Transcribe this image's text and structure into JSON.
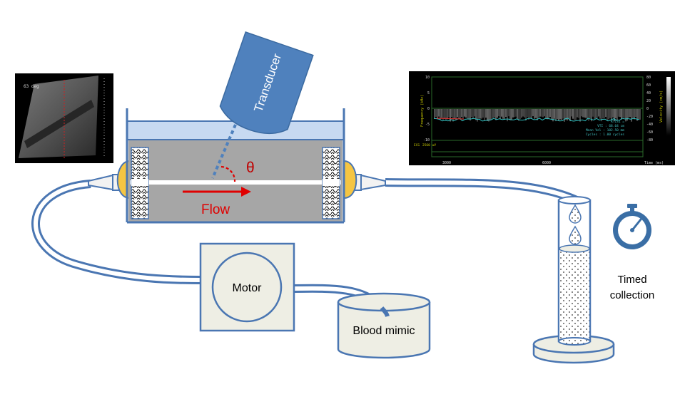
{
  "labels": {
    "transducer": "Transducer",
    "angle": "θ",
    "flow": "Flow",
    "motor": "Motor",
    "reservoir": "Blood mimic",
    "timed_line1": "Timed",
    "timed_line2": "collection"
  },
  "bmode_inset": {
    "angle_text": "63 deg"
  },
  "doppler_inset": {
    "left_axis_label": "Frequency (kHz)",
    "right_axis_label": "Velocity (cm/s)",
    "left_ticks": [
      "10",
      "5",
      "0",
      "-5",
      "-10"
    ],
    "right_ticks": [
      "80",
      "60",
      "40",
      "20",
      "0",
      "-20",
      "-40",
      "-60",
      "-80"
    ],
    "x_ticks": [
      "3000",
      "6000"
    ],
    "x_label": "Time (ms)",
    "ecg_label": "ECG",
    "ecg_value": "2560 uV",
    "stats": [
      "RTIS1 =",
      "VTI : 68.64 cm",
      "Mean Vel : 102.50 mm",
      "Cycles : 1.00 cycles"
    ]
  },
  "colors": {
    "tube": "#4a76b2",
    "tube_inner": "#ffffff",
    "chamber": "#a6a6a6",
    "water": "#c7d9f1",
    "transducer": "#4f81bd",
    "flow_arrow": "#e00000",
    "box_fill": "#eeeee4",
    "stopwatch": "#3a6ea5"
  }
}
